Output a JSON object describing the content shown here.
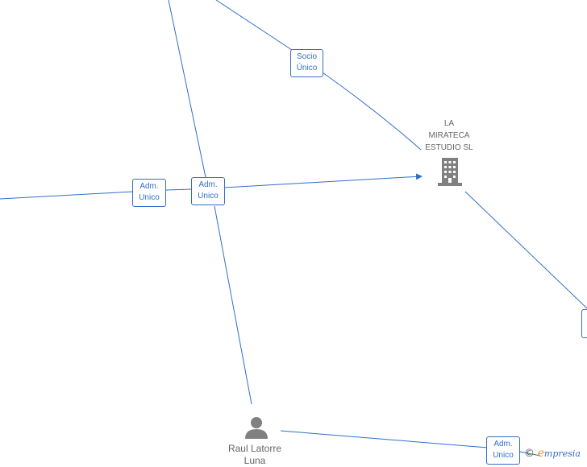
{
  "company": {
    "name": "LA\nMIRATECA\nESTUDIO  SL",
    "icon": "building-icon"
  },
  "person": {
    "name": "Raul Latorre\nLuna",
    "icon": "person-icon"
  },
  "roles": [
    {
      "label": "Socio\nÚnico"
    },
    {
      "label": "Adm.\nUnico"
    },
    {
      "label": "Adm.\nUnico"
    },
    {
      "label": "Adm.\nUnico"
    }
  ],
  "watermark": {
    "symbol": "©",
    "brand_initial": "e",
    "brand_rest": "mpresia"
  },
  "colors": {
    "edge": "#2f6fc9",
    "node_icon": "#808080",
    "label_text": "#666666",
    "brand_orange": "#f29400"
  }
}
